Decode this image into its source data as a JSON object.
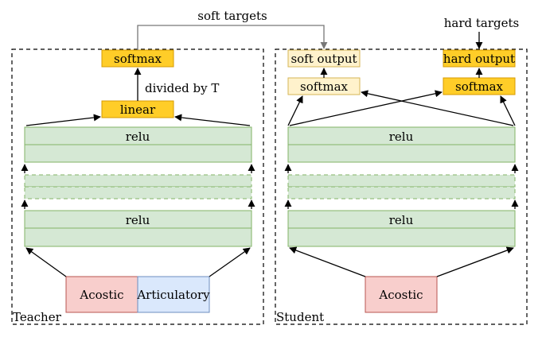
{
  "teacher": {
    "label": "Teacher",
    "softmax_label": "softmax",
    "linear_label": "linear",
    "divided_label": "divided by T",
    "relu_top_label": "relu",
    "relu_bottom_label": "relu",
    "input_acoustic": "Acostic",
    "input_articulatory": "Articulatory"
  },
  "student": {
    "label": "Student",
    "soft_output_label": "soft output",
    "hard_output_label": "hard output",
    "soft_softmax_label": "softmax",
    "hard_softmax_label": "softmax",
    "relu_top_label": "relu",
    "relu_bottom_label": "relu",
    "input_acoustic": "Acostic"
  },
  "soft_targets_label": "soft targets",
  "hard_targets_label": "hard targets",
  "colors": {
    "green_fill": "#d5e8d4",
    "green_stroke": "#82b366",
    "orange_fill": "#ffcd28",
    "orange_stroke": "#d79b00",
    "light_orange_fill": "#fff2cc",
    "light_orange_stroke": "#d6b656",
    "red_fill": "#f8cecc",
    "red_stroke": "#b85450",
    "blue_fill": "#dae8fc",
    "blue_stroke": "#6c8ebf"
  }
}
